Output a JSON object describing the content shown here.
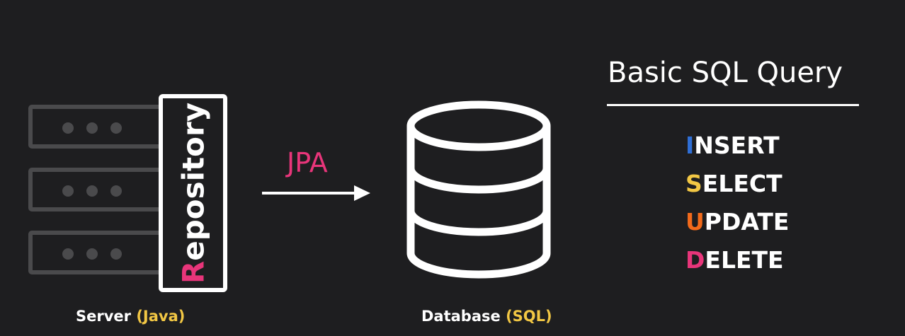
{
  "server": {
    "repository_first_letter": "R",
    "repository_rest": "epository",
    "caption_main": "Server ",
    "caption_highlight": "(Java)",
    "caption_highlight_color": "#f2c744"
  },
  "connector": {
    "label": "JPA",
    "label_color": "#e8357a"
  },
  "database": {
    "caption_main": "Database ",
    "caption_highlight": "(SQL)"
  },
  "sql": {
    "title": "Basic SQL Query",
    "queries": [
      {
        "first": "I",
        "rest": "NSERT",
        "color": "#2f6fd6"
      },
      {
        "first": "S",
        "rest": "ELECT",
        "color": "#f2c744"
      },
      {
        "first": "U",
        "rest": "PDATE",
        "color": "#f26a1b"
      },
      {
        "first": "D",
        "rest": "ELETE",
        "color": "#e8357a"
      }
    ]
  },
  "colors": {
    "background": "#1e1e20",
    "foreground": "#ffffff",
    "rack": "#4a4a4c",
    "accent": "#e8357a"
  }
}
